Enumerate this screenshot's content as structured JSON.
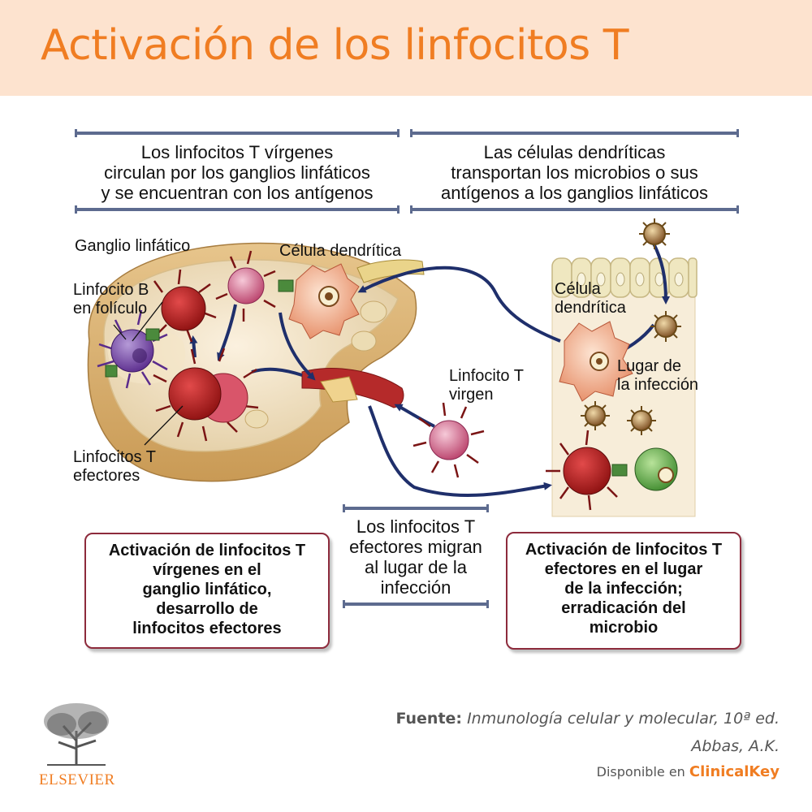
{
  "title": "Activación de los linfocitos T",
  "captions": {
    "left": [
      "Los linfocitos T vírgenes",
      "circulan por los ganglios linfáticos",
      "y se encuentran con los antígenos"
    ],
    "right": [
      "Las células dendríticas",
      "transportan los microbios o sus",
      "antígenos a los ganglios linfáticos"
    ],
    "middle": [
      "Los linfocitos T",
      "efectores migran",
      "al lugar de la",
      "infección"
    ]
  },
  "labels": {
    "ganglio": "Ganglio linfático",
    "celula_dendritica": "Célula dendrítica",
    "linfocito_b": [
      "Linfocito B",
      "en folículo"
    ],
    "linfocitos_t_efectores": [
      "Linfocitos T",
      "efectores"
    ],
    "linfocito_t_virgen": [
      "Linfocito T",
      "virgen"
    ],
    "celula_dendritica_tejido": [
      "Célula",
      "dendrítica"
    ],
    "lugar_infeccion": [
      "Lugar de",
      "la infección"
    ]
  },
  "boxes": {
    "left": [
      "Activación de linfocitos T",
      "vírgenes en el",
      "ganglio linfático,",
      "desarrollo de",
      "linfocitos efectores"
    ],
    "right": [
      "Activación de linfocitos T",
      "efectores en el lugar",
      "de la infección;",
      "erradicación del",
      "microbio"
    ]
  },
  "source": {
    "label": "Fuente:",
    "book": "Inmunología celular y molecular, 10ª ed.",
    "author": "Abbas, A.K.",
    "available": "Disponible en",
    "platform": "ClinicalKey",
    "publisher": "ELSEVIER"
  },
  "colors": {
    "accent": "#f07d22",
    "header_bg": "#fde3cf",
    "box_border": "#8d2b3c",
    "arrow": "#1f2f6b"
  }
}
